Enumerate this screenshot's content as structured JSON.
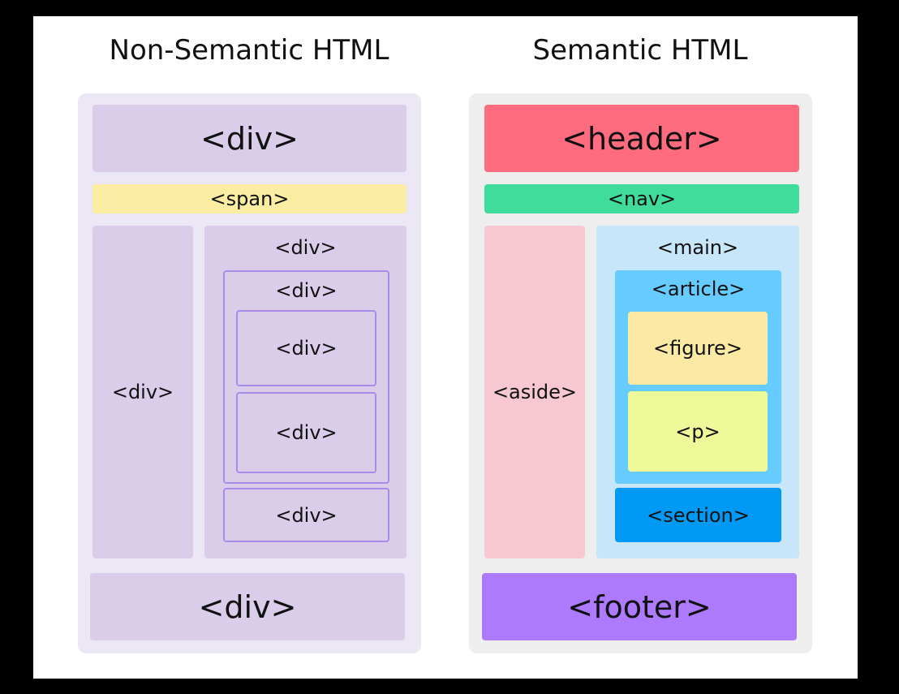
{
  "titles": {
    "left": "Non-Semantic HTML",
    "right": "Semantic HTML"
  },
  "left": {
    "top": "<div>",
    "span": "<span>",
    "sidebar": "<div>",
    "content": "<div>",
    "inner": "<div>",
    "inner_box_1": "<div>",
    "inner_box_2": "<div>",
    "bottom_box": "<div>",
    "footer": "<div>"
  },
  "right": {
    "header": "<header>",
    "nav": "<nav>",
    "aside": "<aside>",
    "main": "<main>",
    "article": "<article>",
    "figure": "<figure>",
    "p": "<p>",
    "section": "<section>",
    "footer": "<footer>"
  },
  "colors": {
    "background": "#000000",
    "canvas": "#ffffff",
    "left_panel": "#ece7f4",
    "div_fill": "#d9cdea",
    "span_fill": "#fbeea3",
    "div_outline": "#a98bea",
    "right_panel": "#eeeeee",
    "header": "#ff6b7f",
    "nav": "#40dc9c",
    "aside": "#f7c8d2",
    "main": "#c8e6fa",
    "article": "#66ccff",
    "figure": "#fbe9a4",
    "p": "#eef99a",
    "section": "#0099f3",
    "footer": "#ad79fd"
  }
}
